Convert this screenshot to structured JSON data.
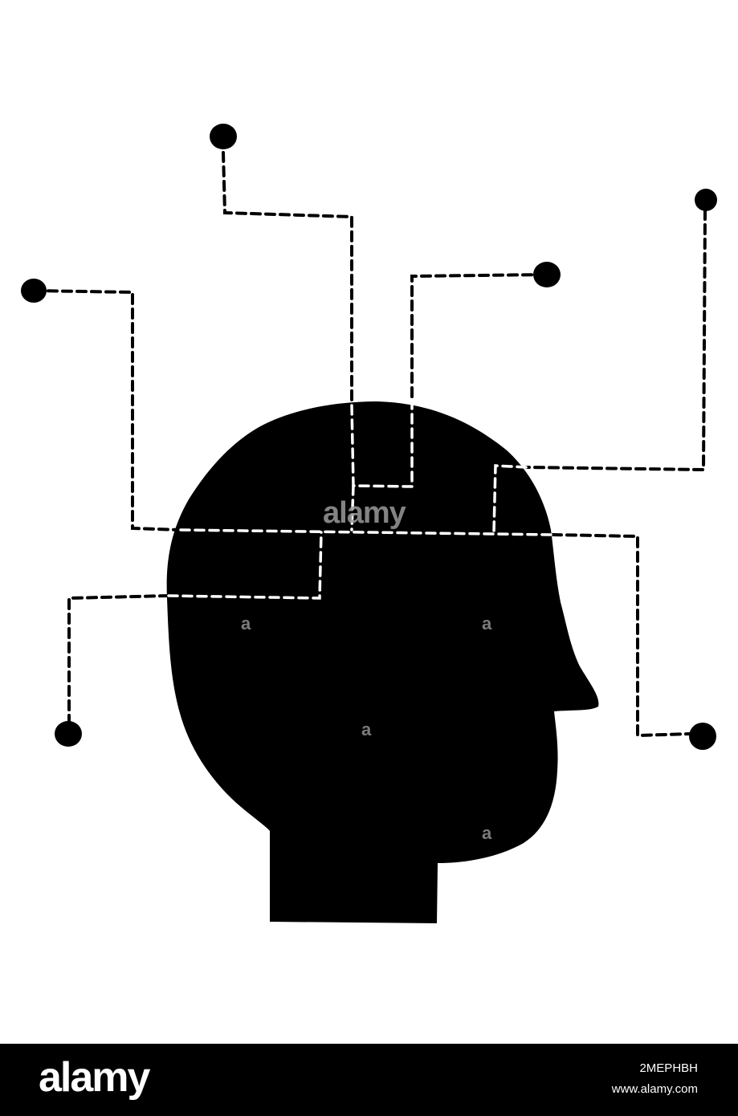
{
  "illustration": {
    "subject": "head-silhouette-with-circuit-lines",
    "colors": {
      "ink": "#000000",
      "paper": "#ffffff",
      "watermark": "#9a9a9a"
    }
  },
  "watermark": {
    "center_text": "alamy",
    "small_marks": [
      "a",
      "a",
      "a",
      "a"
    ]
  },
  "footer": {
    "logo": "alamy",
    "image_id": "2MEPHBH",
    "url": "www.alamy.com",
    "background": "#000000",
    "text_color": "#ffffff"
  }
}
